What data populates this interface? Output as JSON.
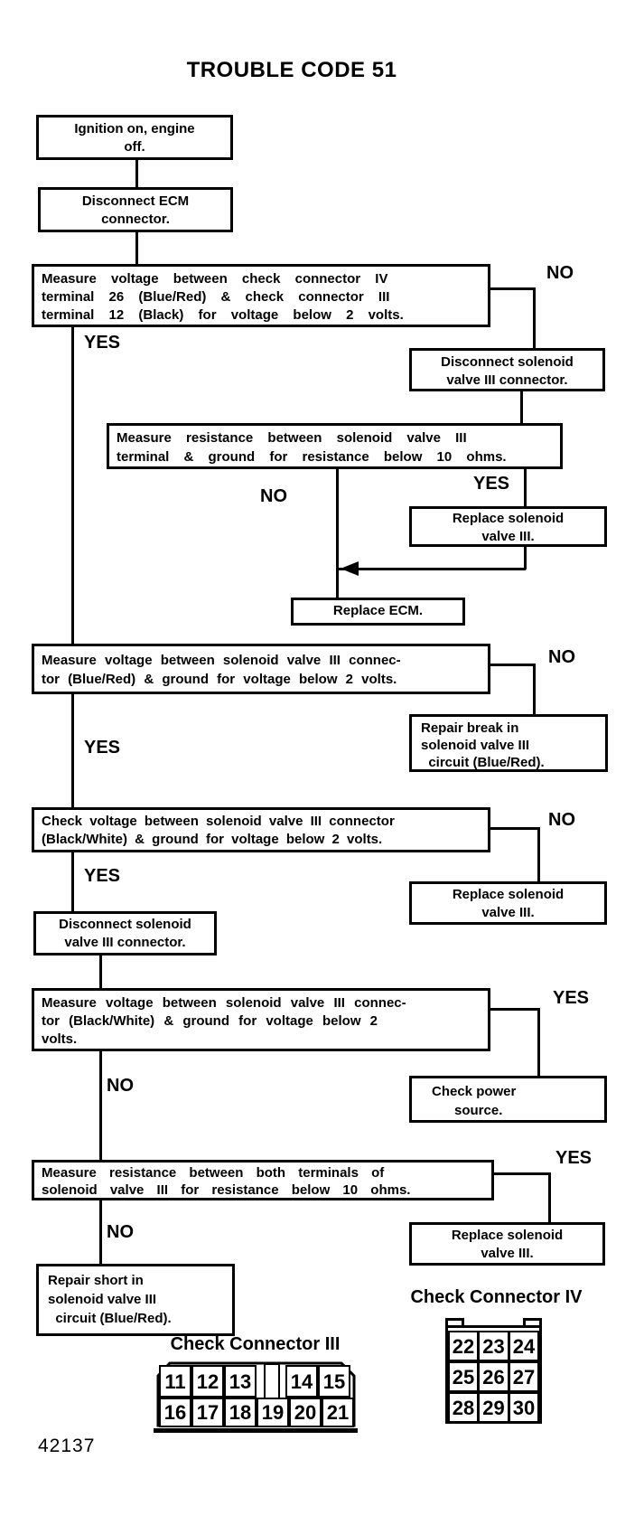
{
  "title": "TROUBLE CODE 51",
  "figure_number": "42137",
  "branch_labels": {
    "yes": "YES",
    "no": "NO"
  },
  "boxes": {
    "ignition_on": {
      "lines": [
        "Ignition on, engine",
        "off."
      ]
    },
    "disconnect_ecm": {
      "lines": [
        "Disconnect ECM",
        "connector."
      ]
    },
    "measure_voltage_check_connectors": {
      "lines": [
        "Measure voltage between check connector IV",
        "terminal 26 (Blue/Red) & check connector III",
        "terminal 12 (Black) for voltage below 2 volts."
      ]
    },
    "disconnect_solenoid_1": {
      "lines": [
        "Disconnect solenoid",
        "valve III connector."
      ]
    },
    "measure_resistance_terminal_ground": {
      "lines": [
        "Measure resistance between solenoid valve III",
        "terminal & ground for resistance below 10 ohms."
      ]
    },
    "replace_solenoid_1": {
      "lines": [
        "Replace solenoid",
        "valve III."
      ]
    },
    "replace_ecm": {
      "lines": [
        "Replace ECM."
      ]
    },
    "measure_voltage_blue_red": {
      "lines": [
        "Measure voltage between solenoid valve III connec-",
        "tor (Blue/Red) & ground for voltage below 2 volts."
      ]
    },
    "repair_break": {
      "lines": [
        "Repair break in",
        "solenoid valve III",
        "  circuit (Blue/Red)."
      ]
    },
    "check_voltage_black_white": {
      "lines": [
        "Check voltage between solenoid valve III connector",
        "(Black/White) & ground for voltage below 2 volts."
      ]
    },
    "replace_solenoid_2": {
      "lines": [
        "Replace solenoid",
        "valve III."
      ]
    },
    "disconnect_solenoid_2": {
      "lines": [
        "Disconnect solenoid",
        "valve III connector."
      ]
    },
    "measure_voltage_black_white": {
      "lines": [
        "Measure voltage between solenoid valve III connec-",
        "tor (Black/White) & ground for voltage below 2",
        "volts."
      ]
    },
    "check_power_source": {
      "lines": [
        "Check power",
        "      source."
      ]
    },
    "measure_resistance_both_terminals": {
      "lines": [
        "Measure resistance between both terminals of",
        "solenoid valve III for resistance below 10 ohms."
      ]
    },
    "replace_solenoid_3": {
      "lines": [
        "Replace solenoid",
        "valve III."
      ]
    },
    "repair_short": {
      "lines": [
        "Repair short in",
        "solenoid valve III",
        "  circuit (Blue/Red)."
      ]
    }
  },
  "connector_iii": {
    "label": "Check Connector III",
    "top_pins": [
      "11",
      "12",
      "13",
      "14",
      "15"
    ],
    "bottom_pins": [
      "16",
      "17",
      "18",
      "19",
      "20",
      "21"
    ]
  },
  "connector_iv": {
    "label": "Check Connector IV",
    "rows": [
      [
        "22",
        "23",
        "24"
      ],
      [
        "25",
        "26",
        "27"
      ],
      [
        "28",
        "29",
        "30"
      ]
    ]
  }
}
